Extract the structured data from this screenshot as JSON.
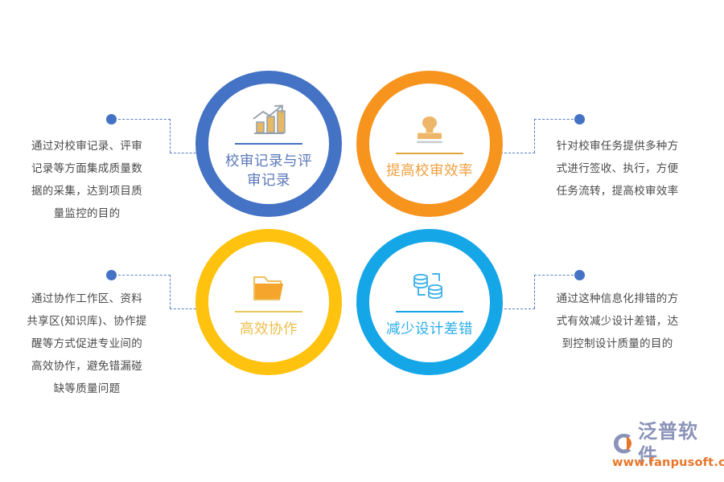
{
  "badges": [
    {
      "id": "jiaoshen-jilu",
      "label": "校审记录与评审记录",
      "icon": "bar-chart-growth-icon",
      "ring_color": "#4472C4",
      "label_color": "#5B78B8",
      "divider_color": "#4472C4"
    },
    {
      "id": "tigao-xiaolv",
      "label": "提高校审效率",
      "icon": "rubber-stamp-icon",
      "ring_color": "#F7941E",
      "label_color": "#F0A040",
      "divider_color": "#E0A73C"
    },
    {
      "id": "gaoxiao-xiezuo",
      "label": "高效协作",
      "icon": "folder-icon",
      "ring_color": "#FFC20E",
      "label_color": "#EDBE4A",
      "divider_color": "#E6C75A"
    },
    {
      "id": "jianshao-chacuo",
      "label": "减少设计差错",
      "icon": "database-sync-icon",
      "ring_color": "#15A6E8",
      "label_color": "#2BAEE8",
      "divider_color": "#15A6E8"
    }
  ],
  "descriptions": [
    {
      "id": "desc-top-left",
      "text": "通过对校审记录、评审记录等方面集成质量数据的采集，达到项目质量监控的目的"
    },
    {
      "id": "desc-top-right",
      "text": "针对校审任务提供多种方式进行签收、执行，方便任务流转，提高校审效率"
    },
    {
      "id": "desc-bottom-left",
      "text": "通过协作工作区、资料共享区(知识库)、协作提醒等方式促进专业间的高效协作，避免错漏碰缺等质量问题"
    },
    {
      "id": "desc-bottom-right",
      "text": "通过这种信息化排错的方式有效减少设计差错，达到控制设计质量的目的"
    }
  ],
  "connectors": {
    "dot_color": "#4472C4",
    "line_color": "#5B7EC4",
    "line_style": "dashed"
  },
  "logo": {
    "name": "泛普软件",
    "url": "www.fanpusoft.com",
    "mark_icon": "fanpu-swoosh-icon",
    "name_color": "#8A93B8",
    "url_color": "#E8762A"
  }
}
